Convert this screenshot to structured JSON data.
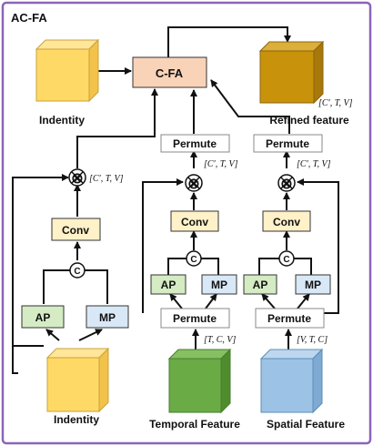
{
  "title": "AC-FA",
  "cfa_label": "C-FA",
  "identity_top_label": "Indentity",
  "identity_bottom_label": "Indentity",
  "refined_label": "Refined feature",
  "refined_dims": "[C', T, V]",
  "permute_label": "Permute",
  "conv_label": "Conv",
  "ap_label": "AP",
  "mp_label": "MP",
  "concat_symbol": "C",
  "multiply_symbol": "⊗",
  "left_mul_dims": "[C', T, V]",
  "mid_mul_dims": "[C', T, V]",
  "right_mul_dims": "[C', T, V]",
  "temporal_dims": "[T, C, V]",
  "spatial_dims": "[V, T, C]",
  "temporal_label": "Temporal Feature",
  "spatial_label": "Spatial Feature",
  "colors": {
    "frame": "#8a64b8",
    "cfa_fill": "#f9d3b8",
    "conv_fill": "#fff1c8",
    "ap_fill": "#d4ebc4",
    "mp_fill": "#d9e8f6",
    "identity_cube": "#ffd966",
    "refined_cube": "#c8920a",
    "temporal_cube": "#6aab45",
    "spatial_cube": "#9cc3e6"
  }
}
